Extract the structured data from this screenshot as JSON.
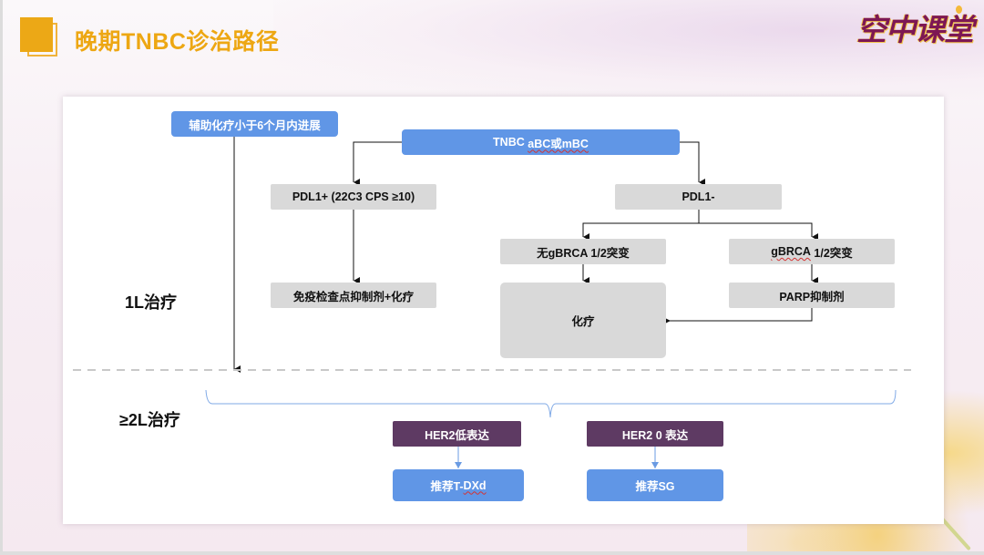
{
  "header": {
    "title": "晚期TNBC诊治路径",
    "brand": "空中课堂"
  },
  "flow": {
    "adjuvant_progress": "辅助化疗小于6个月内进展",
    "root": {
      "text_plain": "TNBC ",
      "text_marked": "aBC或mBC"
    },
    "pdl1_pos": "PDL1+ (22C3 CPS ≥10)",
    "pdl1_neg": "PDL1-",
    "immuno_chemo": "免疫检查点抑制剂+化疗",
    "no_gbrca": "无gBRCA 1/2突变",
    "gbrca": {
      "text_marked": "gBRCA",
      "text_plain": " 1/2突变"
    },
    "parp": "PARP抑制剂",
    "chemo": "化疗"
  },
  "lines_of_therapy": {
    "first_line": "1L治疗",
    "second_line": "≥2L治疗"
  },
  "second_line": {
    "her2_low": "HER2低表达",
    "her2_zero": "HER2 0 表达",
    "rec_tdxd": {
      "text_plain": "推荐T-",
      "text_marked": "DXd"
    },
    "rec_sg": "推荐SG"
  },
  "colors": {
    "title_accent": "#eda713",
    "blue_box": "#6096e6",
    "gray_box": "#d9d9d9",
    "purple_box": "#5e3a63",
    "brand": "#7d1754"
  }
}
